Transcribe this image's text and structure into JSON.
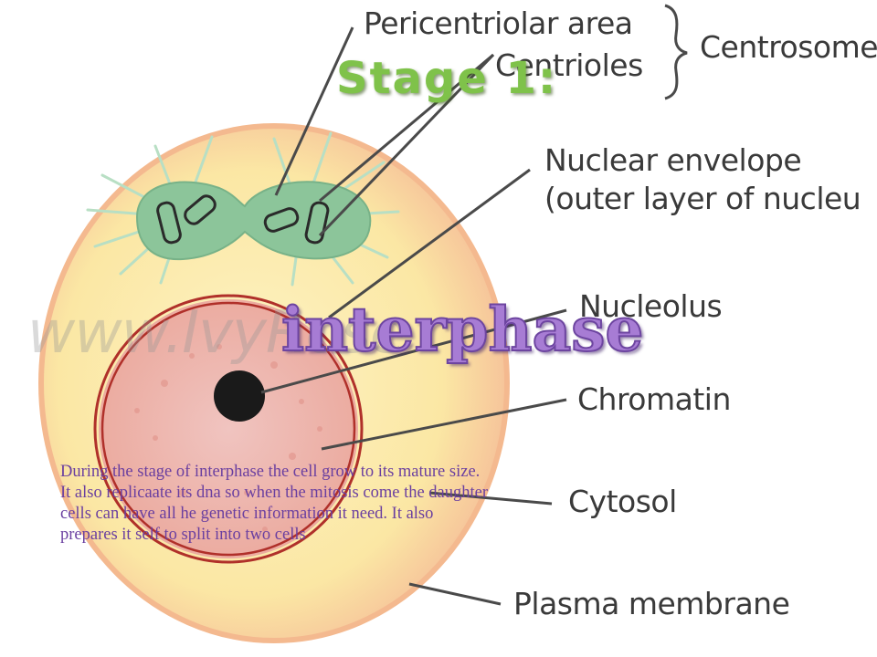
{
  "labels": {
    "pericentriolar": "Pericentriolar area",
    "centrioles": "Centrioles",
    "centrosome": "Centrosome",
    "nuclear_envelope_line1": "Nuclear envelope",
    "nuclear_envelope_line2": "(outer layer of nucleu",
    "nucleolus": "Nucleolus",
    "chromatin": "Chromatin",
    "cytosol": "Cytosol",
    "plasma_membrane": "Plasma membrane"
  },
  "watermark": "www.IvyRose",
  "stage_title": "Stage 1:",
  "phase_title": "interphase",
  "description": "During the stage of interphase the cell grow to its mature size.  It also replicaate its dna so when the mitosis come the daughter cells can have all he genetic information it need.  It also prepares it self to split into two cells",
  "colors": {
    "cytoplasm": "#fbe7a4",
    "cell_border": "#f6c49a",
    "centrosome": "#8cc59a",
    "nucleus": "#f2b7ad",
    "nuclear_envelope": "#b0302a",
    "nucleolus": "#1a1a1a",
    "stage_title": "#7fc24a",
    "phase_title": "#a77cd4",
    "description": "#6a3fa0"
  }
}
